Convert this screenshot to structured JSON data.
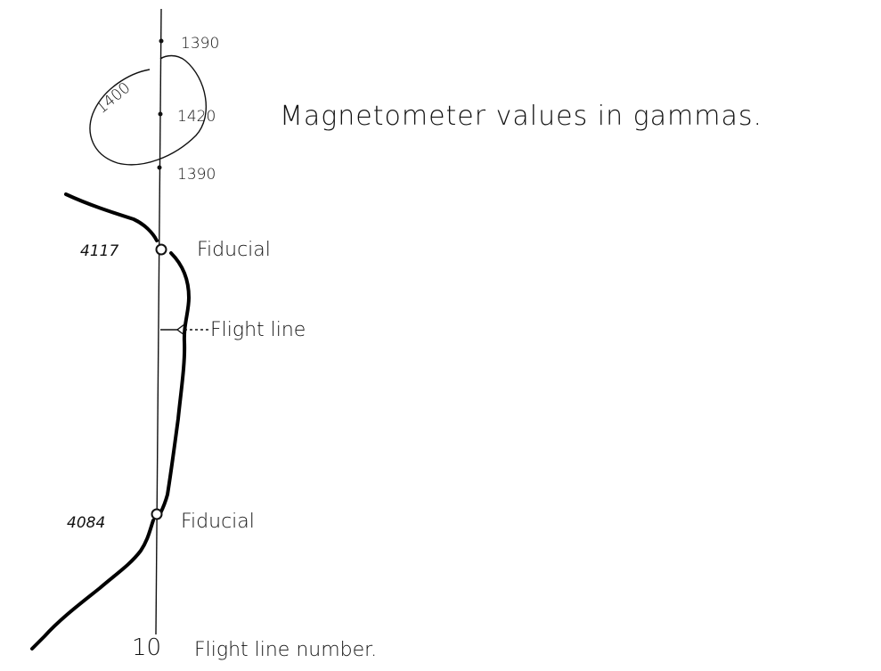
{
  "magnetometer": {
    "reading_top": "1390",
    "reading_middle": "1420",
    "reading_bottom": "1390",
    "contour_value": "1400",
    "description": "Magnetometer values in gammas."
  },
  "fiducials": [
    {
      "number": "4117",
      "label": "Fiducial"
    },
    {
      "number": "4084",
      "label": "Fiducial"
    }
  ],
  "flight_line": {
    "label": "Flight line",
    "number": "10",
    "number_label": "Flight line number."
  }
}
